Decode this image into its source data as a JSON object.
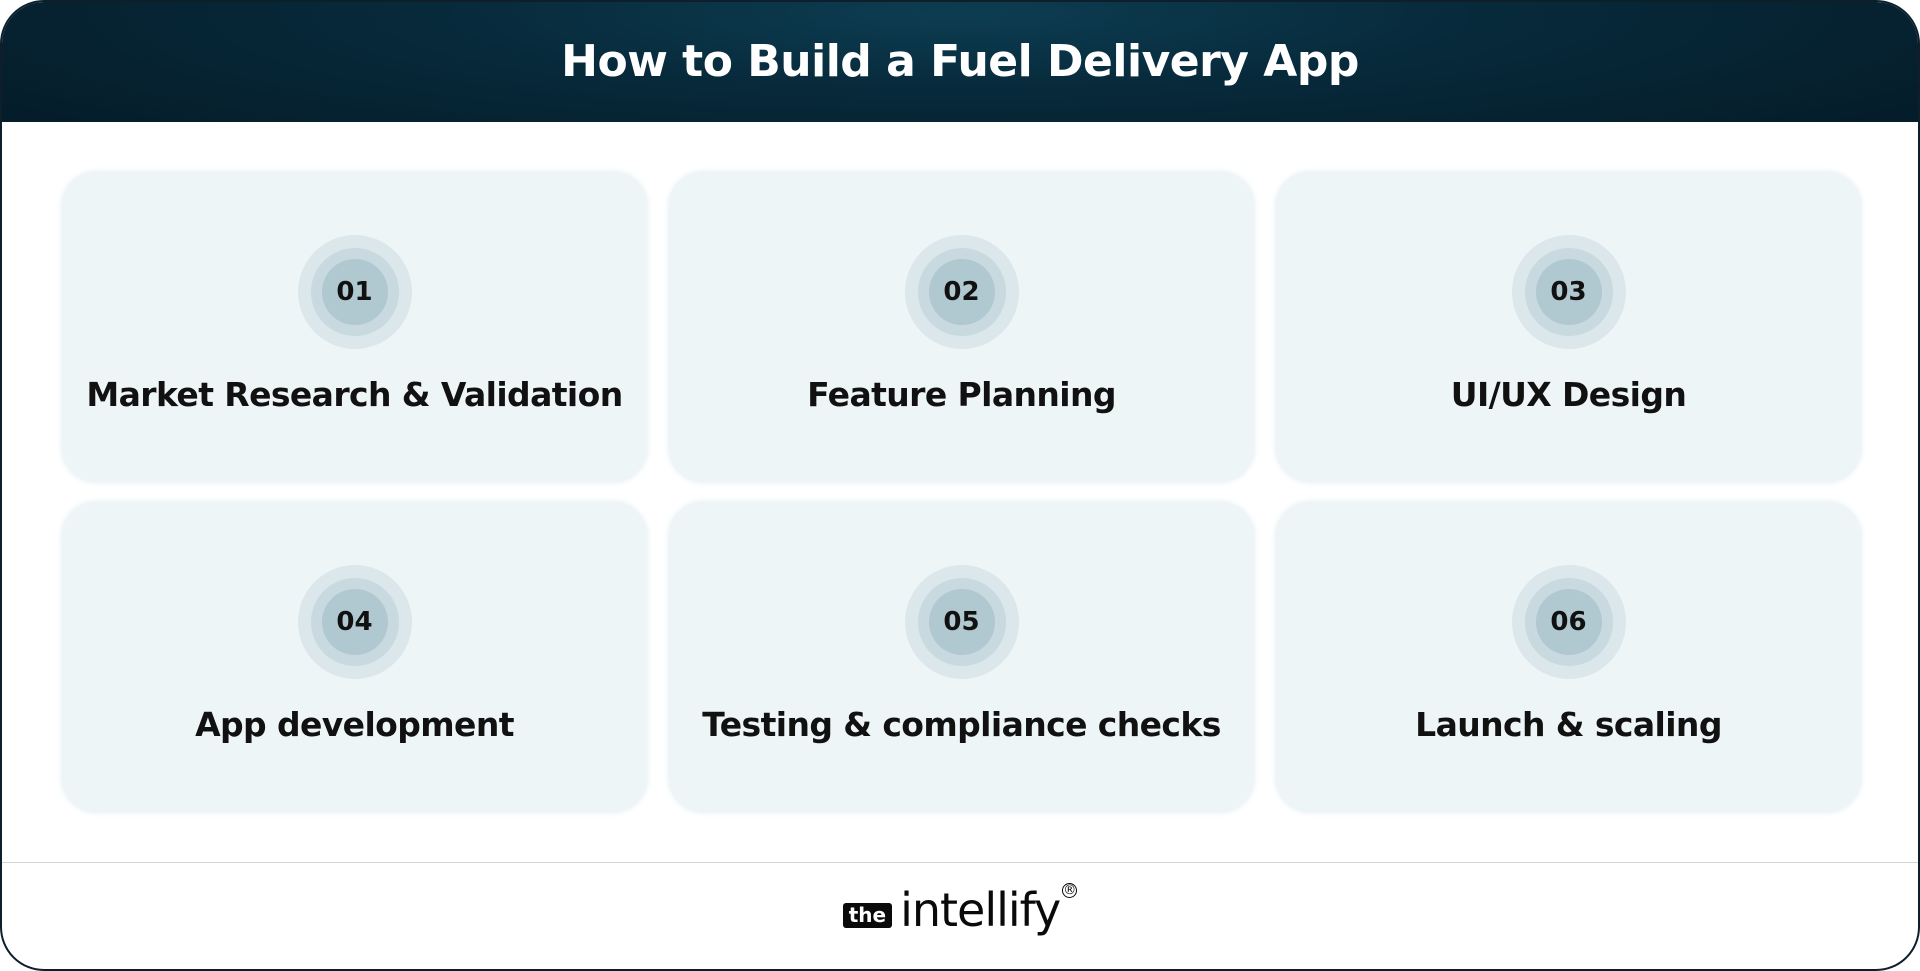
{
  "header": {
    "title": "How to Build a Fuel Delivery App"
  },
  "steps": [
    {
      "number": "01",
      "title": "Market Research & Validation"
    },
    {
      "number": "02",
      "title": "Feature Planning"
    },
    {
      "number": "03",
      "title": "UI/UX Design"
    },
    {
      "number": "04",
      "title": "App development"
    },
    {
      "number": "05",
      "title": "Testing & compliance checks"
    },
    {
      "number": "06",
      "title": "Launch & scaling"
    }
  ],
  "footer": {
    "logo_prefix": "the",
    "logo_name": "intellify",
    "logo_mark": "®"
  },
  "colors": {
    "header_bg": "#072a3b",
    "card_bg": "#eef5f7",
    "badge_outer": "#dbe7eb",
    "badge_mid": "#c8d9df",
    "badge_inner": "#b0c8d0",
    "text": "#111111"
  }
}
